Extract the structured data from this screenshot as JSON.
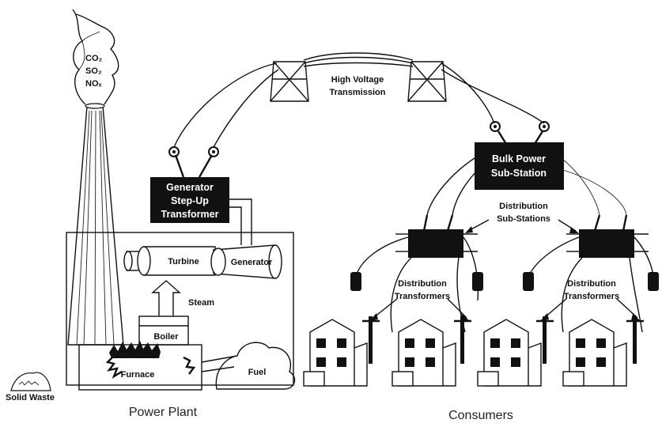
{
  "labels": {
    "emission_co2": "CO₂",
    "emission_so2": "SO₂",
    "emission_nox": "NOₓ",
    "transmission_line1": "High Voltage",
    "transmission_line2": "Transmission",
    "bulk_line1": "Bulk Power",
    "bulk_line2": "Sub-Station",
    "gsu_line1": "Generator",
    "gsu_line2": "Step-Up",
    "gsu_line3": "Transformer",
    "dist_sub_line1": "Distribution",
    "dist_sub_line2": "Sub-Stations",
    "turbine": "Turbine",
    "generator": "Generator",
    "steam": "Steam",
    "boiler": "Boiler",
    "furnace": "Furnace",
    "fuel": "Fuel",
    "solid_waste": "Solid Waste",
    "dist_tr_left_line1": "Distribution",
    "dist_tr_left_line2": "Transformers",
    "dist_tr_right_line1": "Distribution",
    "dist_tr_right_line2": "Transformers"
  },
  "captions": {
    "power_plant": "Power Plant",
    "consumers": "Consumers"
  },
  "colors": {
    "ink": "#111111",
    "background": "#ffffff"
  }
}
